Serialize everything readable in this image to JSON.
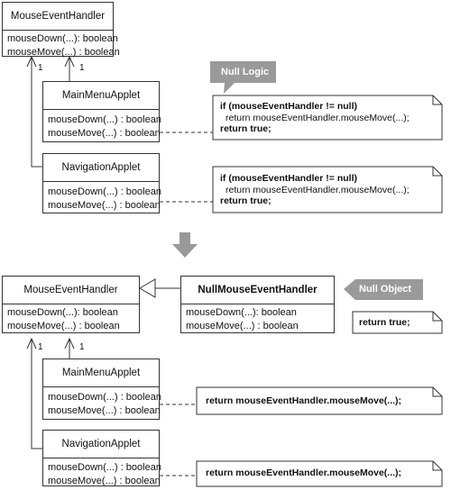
{
  "top_diagram": {
    "handler": {
      "name": "MouseEventHandler",
      "ops": [
        "mouseDown(...): boolean",
        "mouseMove(...) : boolean"
      ]
    },
    "multiplicities": [
      "1",
      "1"
    ],
    "main_menu": {
      "name": "MainMenuApplet",
      "ops": [
        "mouseDown(...) : boolean",
        "mouseMove(...) : boolean"
      ]
    },
    "navigation": {
      "name": "NavigationApplet",
      "ops": [
        "mouseDown(...) : boolean",
        "mouseMove(...) : boolean"
      ]
    },
    "tag": "Null Logic",
    "note1": [
      "if (mouseEventHandler != null)",
      "return mouseEventHandler.mouseMove(...);",
      "return true;"
    ],
    "note2": [
      "if (mouseEventHandler != null)",
      "return mouseEventHandler.mouseMove(...);",
      "return true;"
    ]
  },
  "bottom_diagram": {
    "handler": {
      "name": "MouseEventHandler",
      "ops": [
        "mouseDown(...): boolean",
        "mouseMove(...) : boolean"
      ]
    },
    "null_handler": {
      "name": "NullMouseEventHandler",
      "ops": [
        "mouseDown(...): boolean",
        "mouseMove(...) : boolean"
      ]
    },
    "tag": "Null Object",
    "null_note": "return true;",
    "multiplicities": [
      "1",
      "1"
    ],
    "main_menu": {
      "name": "MainMenuApplet",
      "ops": [
        "mouseDown(...) : boolean",
        "mouseMove(...) : boolean"
      ]
    },
    "navigation": {
      "name": "NavigationApplet",
      "ops": [
        "mouseDown(...) : boolean",
        "mouseMove(...) : boolean"
      ]
    },
    "note1": "return mouseEventHandler.mouseMove(...);",
    "note2": "return mouseEventHandler.mouseMove(...);"
  },
  "colors": {
    "line": "#333333",
    "tag_fill": "#9a9a9a",
    "arrow_fill": "#999999"
  },
  "icons": [
    "down-arrow-icon",
    "open-arrowhead-icon",
    "generalization-triangle-icon",
    "folded-note-icon"
  ]
}
